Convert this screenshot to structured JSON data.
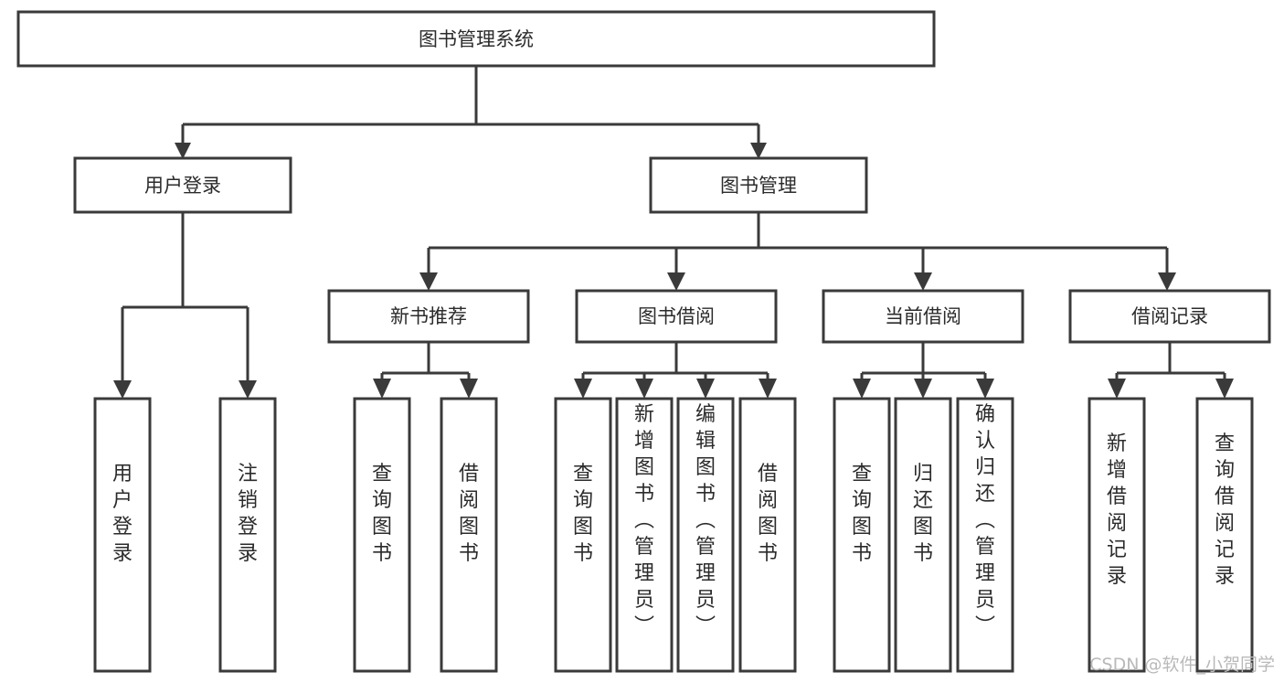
{
  "diagram": {
    "title": "图书管理系统",
    "type": "tree-hierarchy-chart",
    "colors": {
      "box_stroke": "#3a3a3a",
      "box_fill": "#ffffff",
      "text": "#2b2b2b",
      "background": "#ffffff",
      "watermark": "#b9b9b9"
    },
    "root": {
      "label": "图书管理系统"
    },
    "level2": [
      {
        "id": "user-login",
        "label": "用户登录"
      },
      {
        "id": "book-manage",
        "label": "图书管理"
      }
    ],
    "level3": [
      {
        "id": "new-book-recommend",
        "label": "新书推荐",
        "parent": "book-manage"
      },
      {
        "id": "book-borrow",
        "label": "图书借阅",
        "parent": "book-manage"
      },
      {
        "id": "current-borrow",
        "label": "当前借阅",
        "parent": "book-manage"
      },
      {
        "id": "borrow-record",
        "label": "借阅记录",
        "parent": "book-manage"
      }
    ],
    "leaves": [
      {
        "id": "leaf-user-login",
        "label": "用户登录",
        "parent": "user-login"
      },
      {
        "id": "leaf-logout-login",
        "label": "注销登录",
        "parent": "user-login"
      },
      {
        "id": "leaf-query-book-1",
        "label": "查询图书",
        "parent": "new-book-recommend"
      },
      {
        "id": "leaf-borrow-book-1",
        "label": "借阅图书",
        "parent": "new-book-recommend"
      },
      {
        "id": "leaf-query-book-2",
        "label": "查询图书",
        "parent": "book-borrow"
      },
      {
        "id": "leaf-add-book-admin",
        "label": "新增图书（管理员）",
        "parent": "book-borrow"
      },
      {
        "id": "leaf-edit-book-admin",
        "label": "编辑图书（管理员）",
        "parent": "book-borrow"
      },
      {
        "id": "leaf-borrow-book-2",
        "label": "借阅图书",
        "parent": "book-borrow"
      },
      {
        "id": "leaf-query-book-3",
        "label": "查询图书",
        "parent": "current-borrow"
      },
      {
        "id": "leaf-return-book",
        "label": "归还图书",
        "parent": "current-borrow"
      },
      {
        "id": "leaf-confirm-return-admin",
        "label": "确认归还（管理员）",
        "parent": "current-borrow"
      },
      {
        "id": "leaf-add-borrow-record",
        "label": "新增借阅记录",
        "parent": "borrow-record"
      },
      {
        "id": "leaf-query-borrow-record",
        "label": "查询借阅记录",
        "parent": "borrow-record"
      }
    ],
    "watermark": "CSDN @软件_小贺同学"
  }
}
